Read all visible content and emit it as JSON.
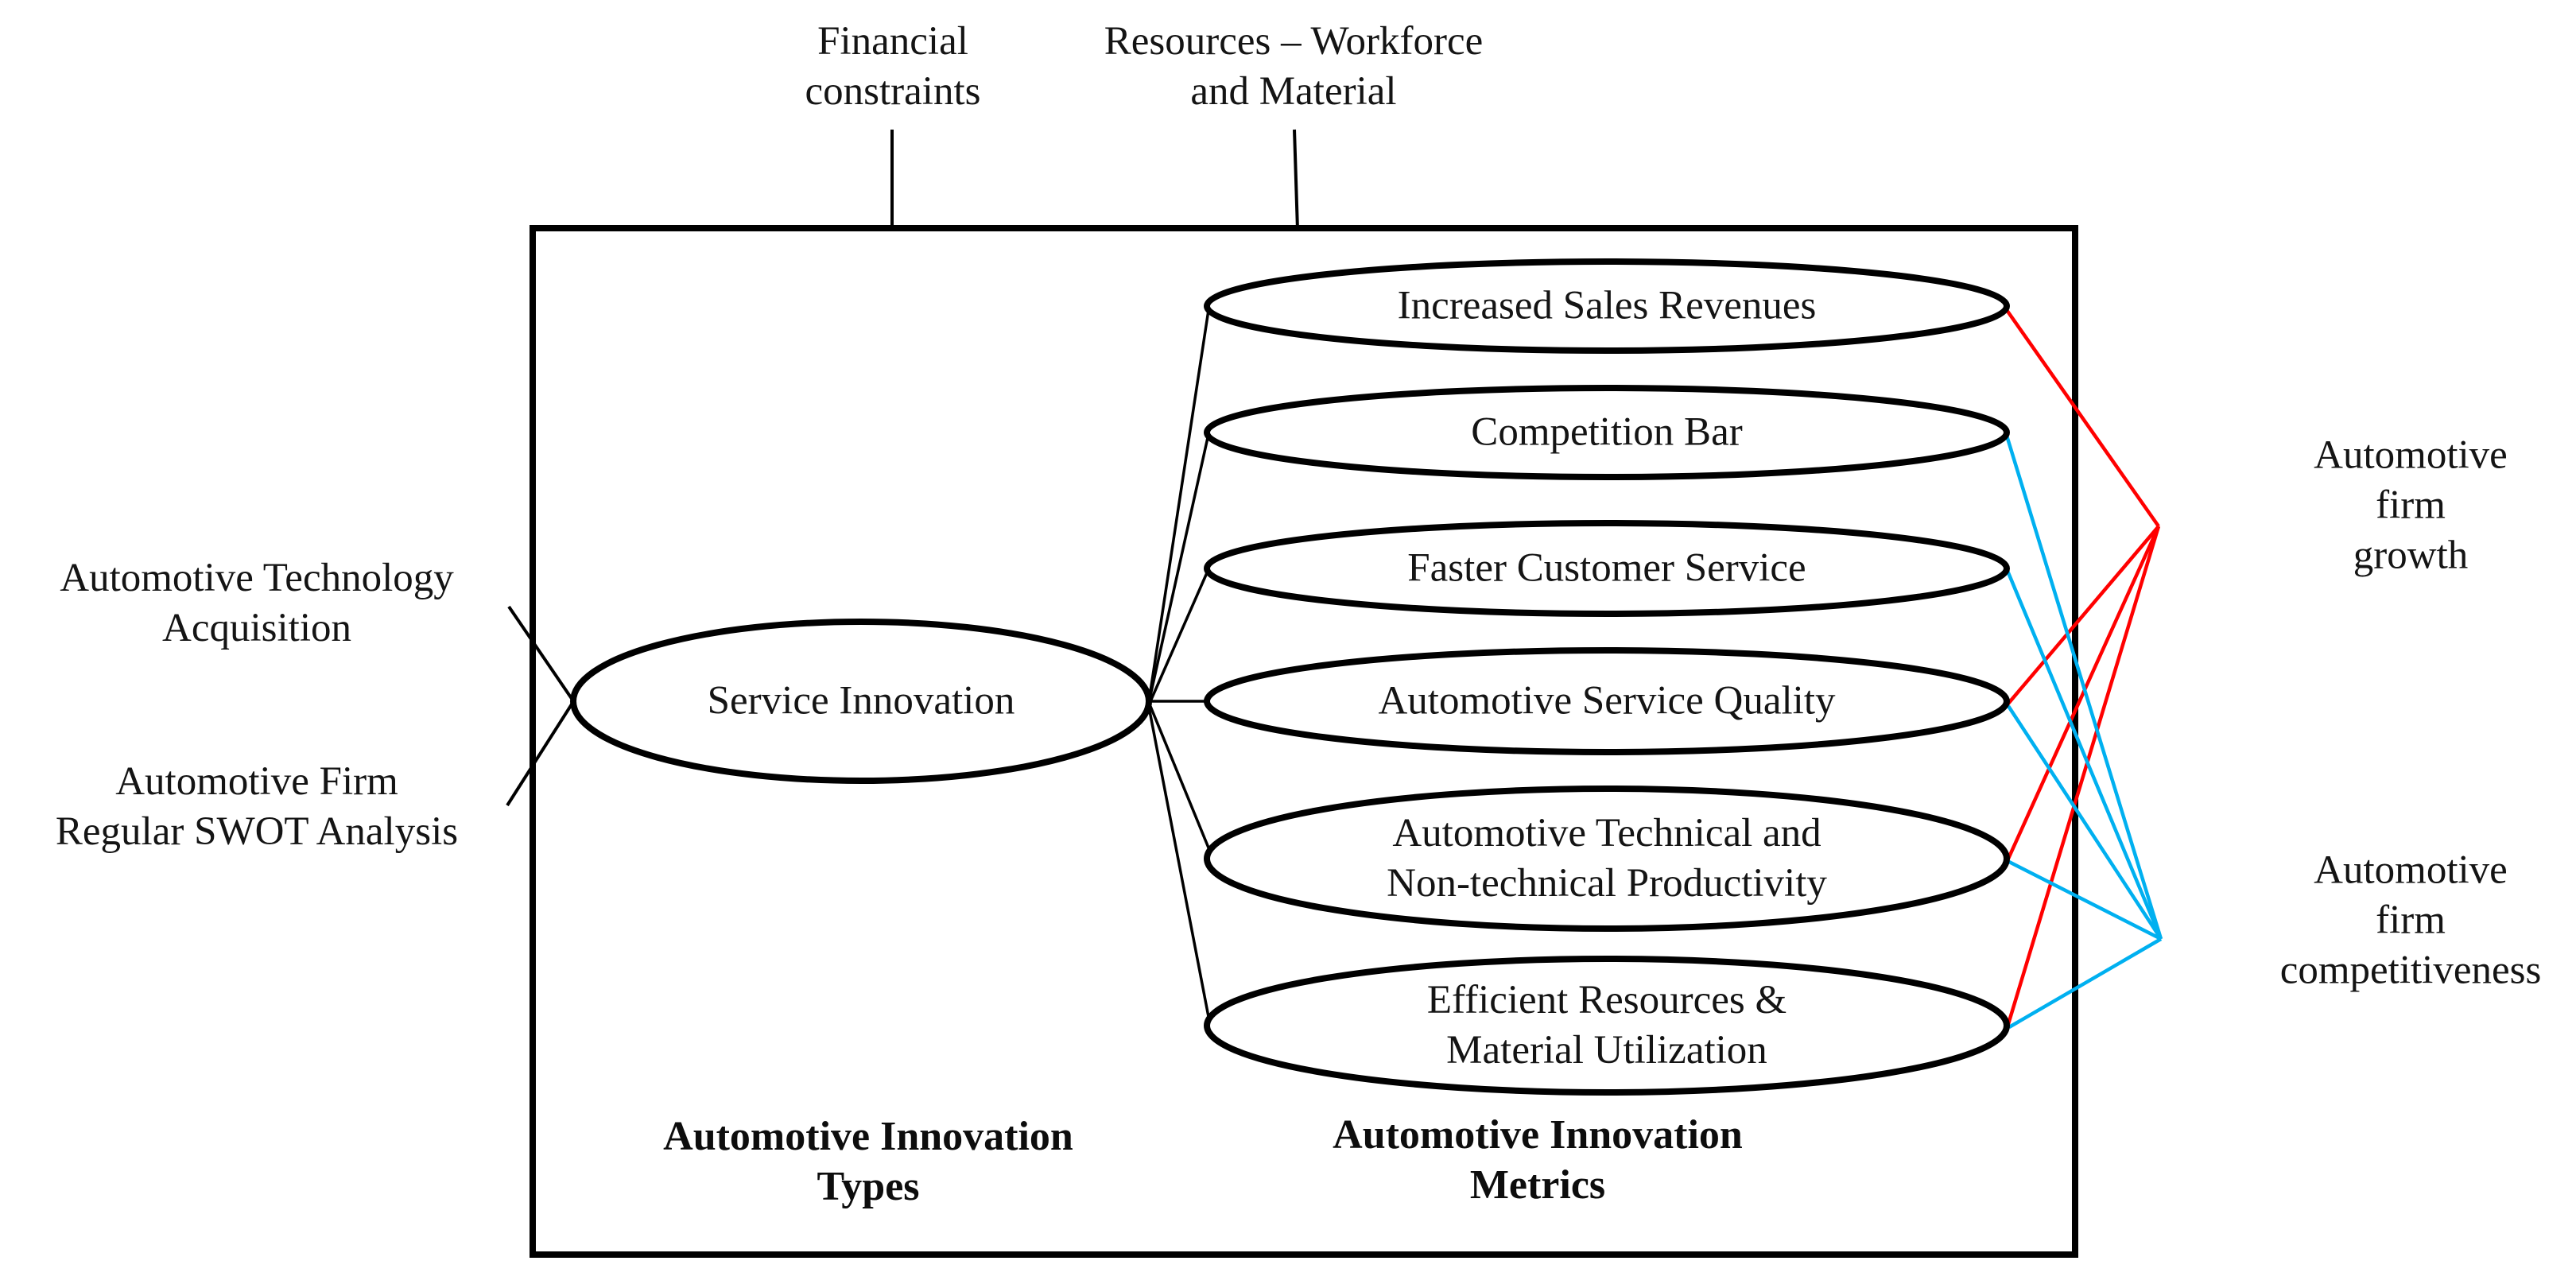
{
  "diagram": {
    "external_factors_top": [
      {
        "label": "Financial\nconstraints"
      },
      {
        "label": "Resources – Workforce\nand Material"
      }
    ],
    "inputs_left": [
      {
        "label": "Automotive Technology\nAcquisition"
      },
      {
        "label": "Automotive Firm\nRegular SWOT Analysis"
      }
    ],
    "innovation_type": {
      "label": "Service Innovation"
    },
    "metrics": [
      {
        "label": "Increased Sales Revenues",
        "links": [
          "growth"
        ]
      },
      {
        "label": "Competition Bar",
        "links": [
          "competitiveness"
        ]
      },
      {
        "label": "Faster Customer Service",
        "links": [
          "competitiveness"
        ]
      },
      {
        "label": "Automotive Service Quality",
        "links": [
          "growth",
          "competitiveness"
        ]
      },
      {
        "label": "Automotive Technical and\nNon-technical Productivity",
        "links": [
          "growth",
          "competitiveness"
        ]
      },
      {
        "label": "Efficient Resources &\nMaterial Utilization",
        "links": [
          "growth",
          "competitiveness"
        ]
      }
    ],
    "captions": {
      "types": "Automotive Innovation\nTypes",
      "metrics": "Automotive Innovation\nMetrics"
    },
    "outcomes": [
      {
        "label": "Automotive firm\ngrowth",
        "color": "#FF0000"
      },
      {
        "label": "Automotive firm\ncompetitiveness",
        "color": "#00B0F0"
      }
    ],
    "colors": {
      "red": "#FF0000",
      "cyan": "#00B0F0",
      "black": "#000000"
    }
  }
}
